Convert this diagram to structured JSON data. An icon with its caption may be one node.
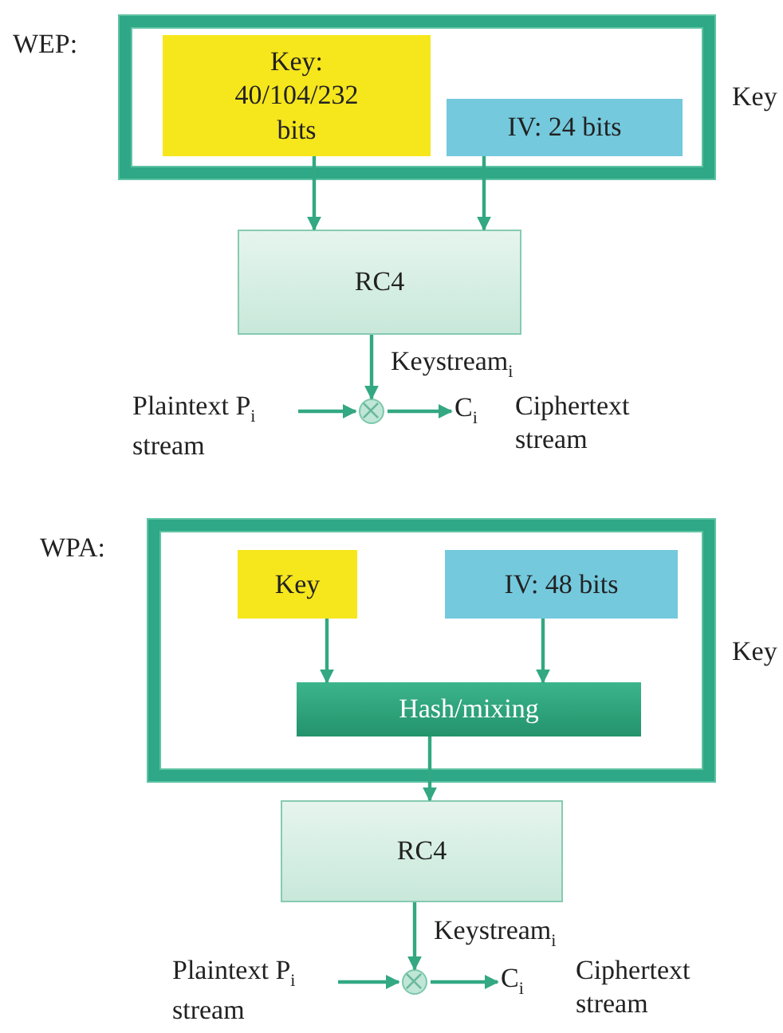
{
  "diagram": {
    "nodes": [
      {
        "text": [
          "Key"
        ]
      },
      {
        "text": [
          "Key: 40/104/232 bits"
        ],
        "in": 0
      },
      {
        "text": [
          "IV: 24 bits"
        ],
        "in": 0
      },
      {
        "text": [
          "RC4"
        ]
      },
      {
        "text": [],
        "shape": "circle"
      },
      {
        "text": [
          "Plaintext P$_{i}$ stream"
        ]
      },
      {
        "text": [
          "C$_{i}$"
        ],
        "beside": [
          "Ciphertext stream"
        ]
      },
      {
        "text": [
          "Key"
        ]
      },
      {
        "text": [
          "Key"
        ],
        "in": 7
      },
      {
        "text": [
          "IV: 48 bits"
        ],
        "in": 7
      },
      {
        "text": [
          "Hash/mixing"
        ],
        "in": 7
      },
      {
        "text": [
          "RC4"
        ]
      },
      {
        "text": [],
        "shape": "circle"
      },
      {
        "text": [
          "Plaintext P$_{i}$ stream"
        ]
      },
      {
        "text": [
          "C$_{i}$"
        ],
        "beside": [
          "Ciphertext stream"
        ]
      }
    ],
    "edges": [
      {
        "from": 1,
        "to": 3,
        "arrow": "to"
      },
      {
        "from": 2,
        "to": 3,
        "arrow": "to"
      },
      {
        "from": 3,
        "to": 4,
        "arrow": "to",
        "label": "Keystream$_{i}$"
      },
      {
        "from": 5,
        "to": 4,
        "arrow": "to"
      },
      {
        "from": 4,
        "to": 6,
        "arrow": "to"
      },
      {
        "from": 8,
        "to": 10,
        "arrow": "to"
      },
      {
        "from": 9,
        "to": 10,
        "arrow": "to"
      },
      {
        "from": 10,
        "to": 11,
        "arrow": "to"
      },
      {
        "from": 11,
        "to": 12,
        "arrow": "to",
        "label": "Keystream$_{i}$"
      },
      {
        "from": 13,
        "to": 12,
        "arrow": "to"
      },
      {
        "from": 12,
        "to": 14,
        "arrow": "to"
      }
    ],
    "labels": [
      "WEP:",
      "WPA:"
    ]
  }
}
